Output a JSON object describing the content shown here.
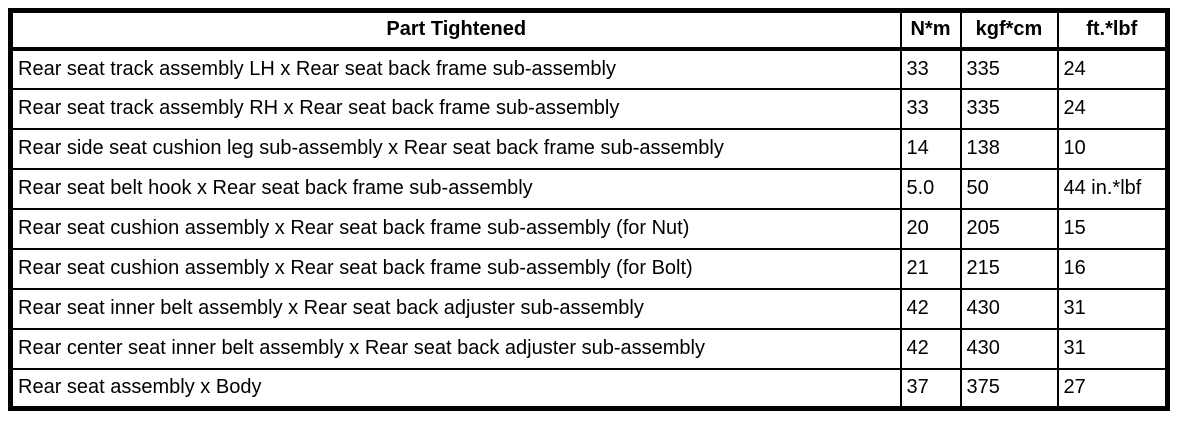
{
  "colors": {
    "border": "#000000",
    "background": "#ffffff",
    "text": "#000000"
  },
  "table": {
    "headers": [
      "Part Tightened",
      "N*m",
      "kgf*cm",
      "ft.*lbf"
    ],
    "rows": [
      [
        "Rear seat track assembly LH x Rear seat back frame sub-assembly",
        "33",
        "335",
        "24"
      ],
      [
        "Rear seat track assembly RH x Rear seat back frame sub-assembly",
        "33",
        "335",
        "24"
      ],
      [
        "Rear side seat cushion leg sub-assembly x Rear seat back frame sub-assembly",
        "14",
        "138",
        "10"
      ],
      [
        "Rear seat belt hook x Rear seat back frame sub-assembly",
        "5.0",
        "50",
        "44 in.*lbf"
      ],
      [
        "Rear seat cushion assembly x Rear seat back frame sub-assembly (for Nut)",
        "20",
        "205",
        "15"
      ],
      [
        "Rear seat cushion assembly x Rear seat back frame sub-assembly (for Bolt)",
        "21",
        "215",
        "16"
      ],
      [
        "Rear seat inner belt assembly x Rear seat back adjuster sub-assembly",
        "42",
        "430",
        "31"
      ],
      [
        "Rear center seat inner belt assembly x Rear seat back adjuster sub-assembly",
        "42",
        "430",
        "31"
      ],
      [
        "Rear seat assembly x Body",
        "37",
        "375",
        "27"
      ]
    ]
  }
}
